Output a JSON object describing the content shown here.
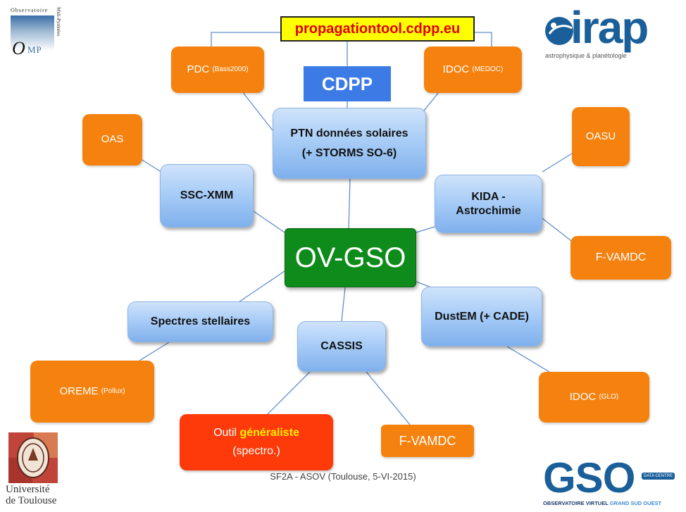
{
  "url_banner": "propagationtool.cdpp.eu",
  "cdpp_label": "CDPP",
  "center_label": "OV-GSO",
  "blue_nodes": {
    "ptn": [
      "PTN données solaires",
      "(+ STORMS SO-6)"
    ],
    "ssc": "SSC-XMM",
    "kida": [
      "KIDA -",
      "Astrochimie"
    ],
    "spectres": "Spectres stellaires",
    "cassis": "CASSIS",
    "dustem": "DustEM (+ CADE)"
  },
  "orange_nodes": {
    "pdc": {
      "main": "PDC",
      "sub": "(Bass2000)"
    },
    "idoc_medoc": {
      "main": "IDOC",
      "sub": "(MEDOC)"
    },
    "oas": "OAS",
    "oasu": "OASU",
    "fvamdc_right": "F-VAMDC",
    "oreme": {
      "main": "OREME",
      "sub": "(Pollux)"
    },
    "idoc_glo": {
      "main": "IDOC",
      "sub": "(GLO)"
    },
    "fvamdc_bottom": "F-VAMDC"
  },
  "red_node": {
    "prefix": "Outil",
    "highlight": "généraliste",
    "line2": "(spectro.)"
  },
  "footer": "SF2A - ASOV (Toulouse, 5-VI-2015)",
  "logos": {
    "omp": {
      "top": "Observatoire",
      "side": "Midi-Pyrénées",
      "o": "O",
      "mp": "MP"
    },
    "irap": {
      "word": "irap",
      "sub": "astrophysique & planétologie"
    },
    "univ": [
      "Université",
      "de Toulouse"
    ],
    "gso": {
      "word": "GSO",
      "badge": "DATA CENTRE",
      "sub_a": "OBSERVATOIRE VIRTUEL",
      "sub_b": "GRAND SUD OUEST"
    }
  },
  "colors": {
    "blue_node": "#a9cdf7",
    "orange_node": "#f5820f",
    "center": "#0e8b1b",
    "red": "#ff3a0a",
    "cdpp": "#3c7be6",
    "url_bg": "#ffff00"
  }
}
